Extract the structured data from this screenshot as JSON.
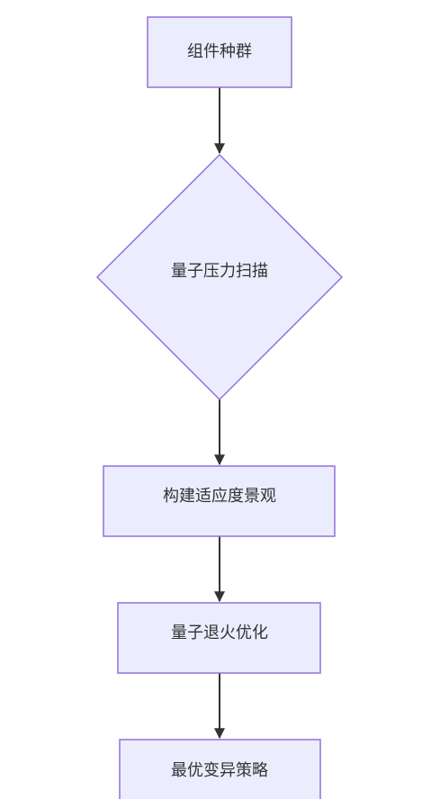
{
  "diagram": {
    "type": "flowchart",
    "direction": "top-down",
    "colors": {
      "node_fill": "#ECECFF",
      "node_stroke": "#9370DB",
      "edge": "#333333",
      "text": "#333333"
    },
    "nodes": [
      {
        "id": "n1",
        "shape": "rectangle",
        "label": "组件种群"
      },
      {
        "id": "n2",
        "shape": "diamond",
        "label": "量子压力扫描"
      },
      {
        "id": "n3",
        "shape": "rectangle",
        "label": "构建适应度景观"
      },
      {
        "id": "n4",
        "shape": "rectangle",
        "label": "量子退火优化"
      },
      {
        "id": "n5",
        "shape": "rectangle",
        "label": "最优变异策略"
      }
    ],
    "edges": [
      {
        "from": "n1",
        "to": "n2"
      },
      {
        "from": "n2",
        "to": "n3"
      },
      {
        "from": "n3",
        "to": "n4"
      },
      {
        "from": "n4",
        "to": "n5"
      }
    ]
  }
}
